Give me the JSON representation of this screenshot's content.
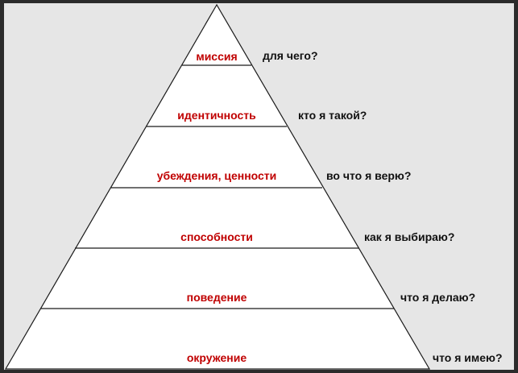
{
  "colors": {
    "frame": "#2b2b2b",
    "panel": "#e6e6e6",
    "pyramid_fill": "#ffffff",
    "outline": "#1a1a1a",
    "level_text": "#c00000",
    "question_text": "#111111"
  },
  "levels": [
    {
      "label": "миссия",
      "question": "для чего?"
    },
    {
      "label": "идентичность",
      "question": "кто я такой?"
    },
    {
      "label": "убеждения, ценности",
      "question": "во что я верю?"
    },
    {
      "label": "способности",
      "question": "как я выбираю?"
    },
    {
      "label": "поведение",
      "question": "что я делаю?"
    },
    {
      "label": "окружение",
      "question": "что я имею?"
    }
  ]
}
